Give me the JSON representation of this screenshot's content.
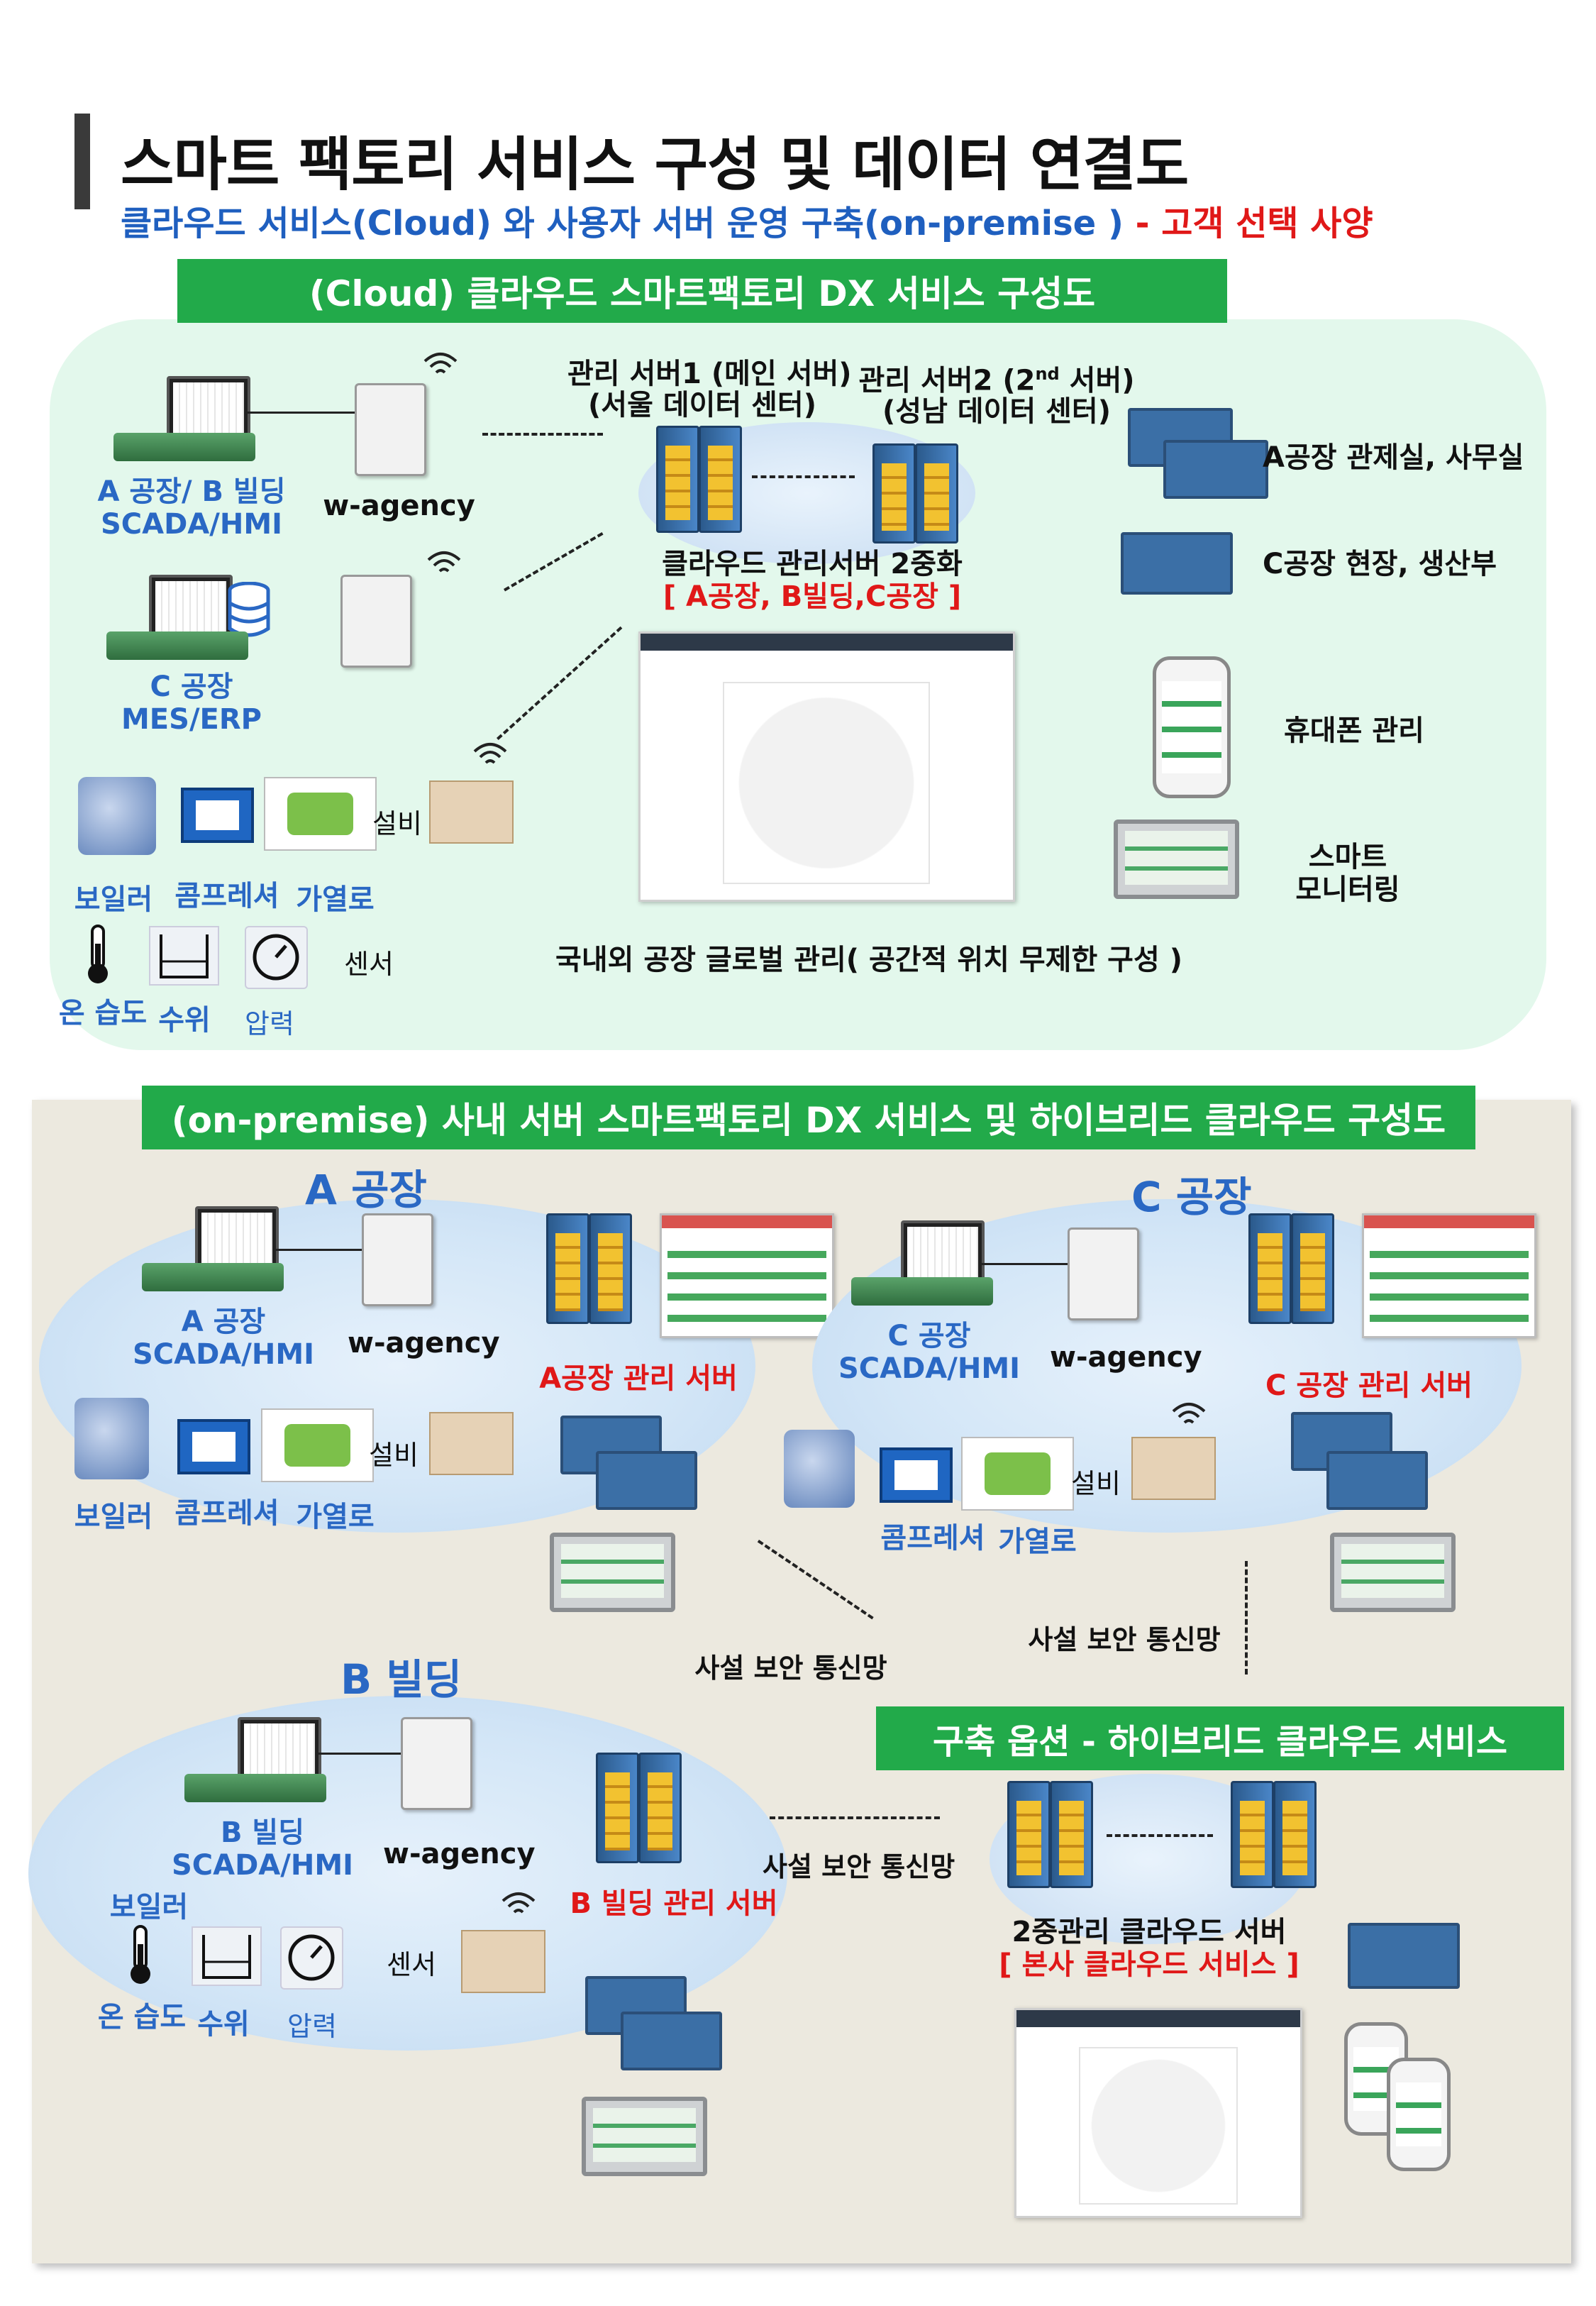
{
  "header": {
    "title": "스마트 팩토리 서비스 구성 및 데이터 연결도",
    "subtitle_blue": "클라우드 서비스(Cloud)   와 사용자 서버 운영 구축(on-premise )",
    "subtitle_red": "  -  고객 선택 사양"
  },
  "cloud": {
    "banner": "(Cloud) 클라우드 스마트팩토리 DX 서비스 구성도",
    "server1_line1": "관리 서버1 (메인 서버)",
    "server1_line2": "(서울 데이터 센터)",
    "server2_line1a": "관리 서버2 (2",
    "server2_sup": "nd",
    "server2_line1b": " 서버)",
    "server2_line2": "(성남 데이터 센터)",
    "dual_label": "클라우드 관리서버 2중화",
    "dual_sub": "[ A공장, B빌딩,C공장 ]",
    "site_ab_line1": "A 공장/ B 빌딩",
    "site_ab_line2": "SCADA/HMI",
    "wagency": "w-agency",
    "site_c_line1": "C 공장",
    "site_c_line2": "MES/ERP",
    "equip_label": "설비",
    "boiler": "보일러",
    "compressor": "콤프레셔",
    "heater": "가열로",
    "sensor_label": "센서",
    "temp_humid": "온 습도",
    "water": "수위",
    "pressure": "압력",
    "global": "국내외 공장 글로벌 관리( 공간적 위치 무제한 구성 )",
    "right_office": "A공장 관제실, 사무실",
    "right_field": "C공장 현장, 생산부",
    "right_phone": "휴대폰 관리",
    "right_monitor_1": "스마트",
    "right_monitor_2": "모니터링"
  },
  "onprem": {
    "banner": "(on-premise) 사내 서버 스마트팩토리 DX 서비스 및 하이브리드 클라우드 구성도",
    "factory_a": {
      "title": "A 공장",
      "scada1": "A 공장",
      "scada2": "SCADA/HMI",
      "wagency": "w-agency",
      "server": "A공장 관리 서버",
      "equip": "설비",
      "boiler": "보일러",
      "compressor": "콤프레셔",
      "heater": "가열로"
    },
    "factory_c": {
      "title": "C 공장",
      "scada1": "C 공장",
      "scada2": "SCADA/HMI",
      "wagency": "w-agency",
      "server": "C 공장 관리 서버",
      "equip": "설비",
      "compressor": "콤프레셔",
      "heater": "가열로"
    },
    "building_b": {
      "title": "B 빌딩",
      "scada1": "B 빌딩",
      "scada2": "SCADA/HMI",
      "wagency": "w-agency",
      "server": "B 빌딩 관리 서버",
      "boiler": "보일러",
      "sensor": "센서",
      "temp_humid": "온 습도",
      "water": "수위",
      "pressure": "압력"
    },
    "secure_net_1": "사설 보안 통신망",
    "secure_net_2": "사설 보안 통신망",
    "secure_net_3": "사설 보안 통신망",
    "hybrid_banner": "구축 옵션 - 하이브리드 클라우드 서비스",
    "hybrid_label": "2중관리 클라우드 서버",
    "hybrid_sub": "[ 본사 클라우드 서비스 ]"
  },
  "colors": {
    "banner_green": "#22aa4a",
    "label_blue": "#2a68c4",
    "label_red": "#e01818",
    "cloud_panel": "#e3f8ec",
    "onprem_panel": "#ece9df"
  }
}
